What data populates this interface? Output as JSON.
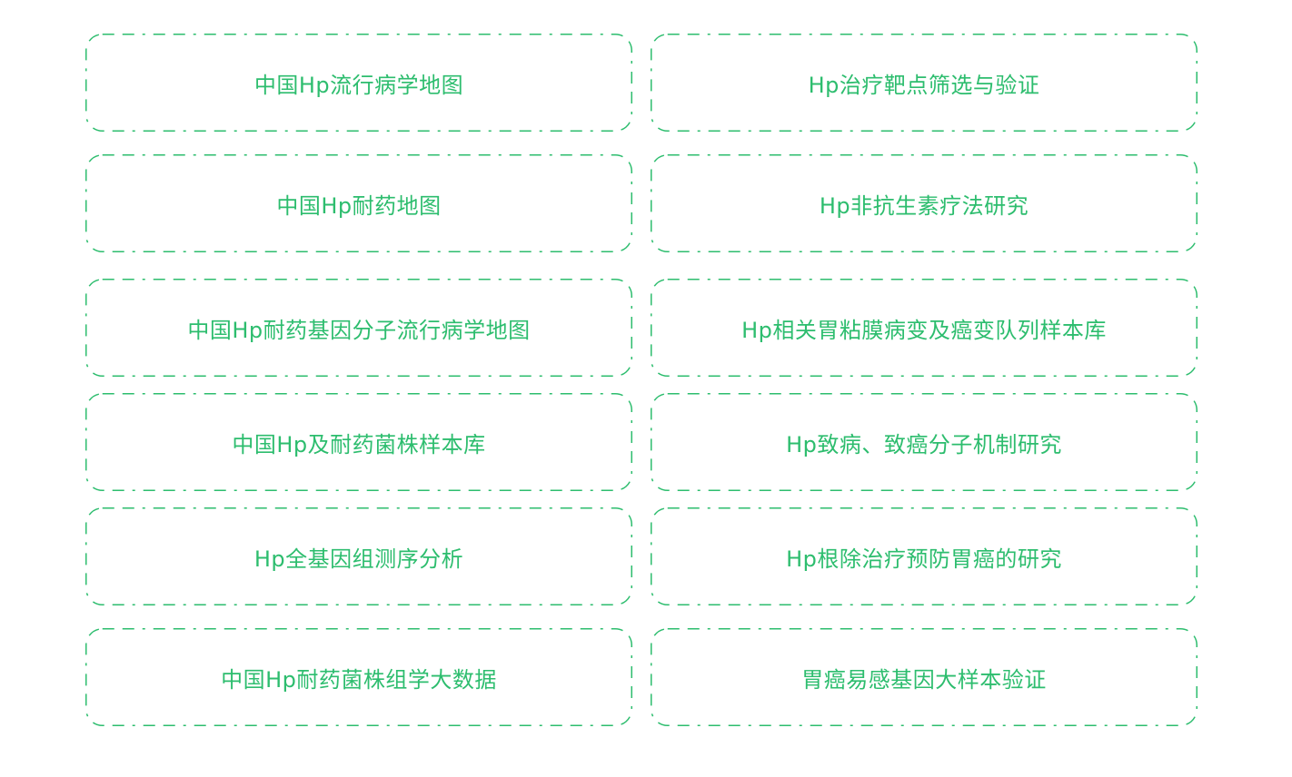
{
  "accent_color": "#2dbd6e",
  "cards": [
    {
      "label": "中国Hp流行病学地图"
    },
    {
      "label": "Hp治疗靶点筛选与验证"
    },
    {
      "label": "中国Hp耐药地图"
    },
    {
      "label": "Hp非抗生素疗法研究"
    },
    {
      "label": "中国Hp耐药基因分子流行病学地图"
    },
    {
      "label": "Hp相关胃粘膜病变及癌变队列样本库"
    },
    {
      "label": "中国Hp及耐药菌株样本库"
    },
    {
      "label": "Hp致病、致癌分子机制研究"
    },
    {
      "label": "Hp全基因组测序分析"
    },
    {
      "label": "Hp根除治疗预防胃癌的研究"
    },
    {
      "label": "中国Hp耐药菌株组学大数据"
    },
    {
      "label": "胃癌易感基因大样本验证"
    }
  ]
}
